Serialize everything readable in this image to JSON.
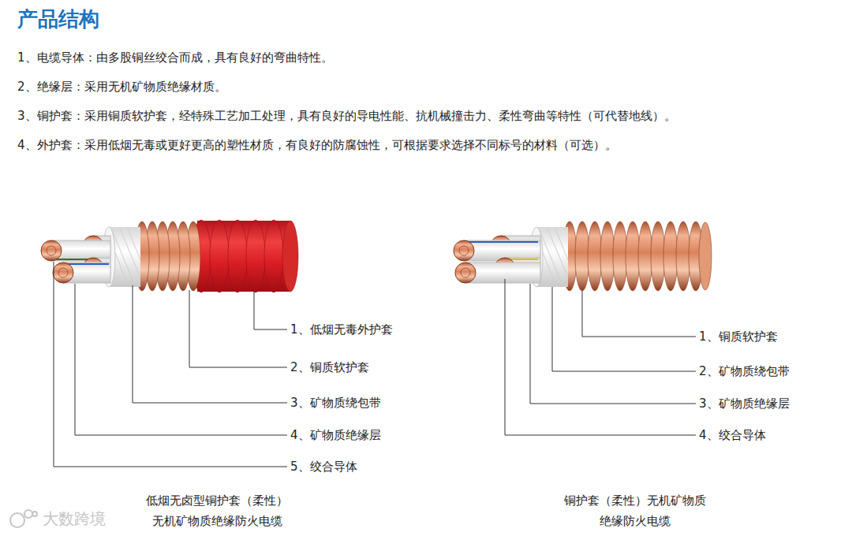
{
  "diagram": {
    "title": "产品结构",
    "labels": [
      "1、电缆导体：由多股铜丝绞合而成，具有良好的弯曲特性。",
      "2、绝缘层：采用无机矿物质绝缘材质。",
      "3、铜护套：采用铜质软护套，经特殊工艺加工处理，具有良好的导电性能、抗机械撞击力、柔性弯曲等特性（可代替地线）。",
      "4、外护套：采用低烟无毒或更好更高的塑性材质，有良好的防腐蚀性，可根据要求选择不同标号的材料（可选）。",
      "1、低烟无毒外护套",
      "2、铜质软护套",
      "3、矿物质绕包带",
      "4、矿物质绝缘层",
      "5、绞合导体",
      "低烟无卤型铜护套（柔性） 无机矿物质绝缘防火电缆",
      "1、铜质软护套",
      "2、矿物质绕包带",
      "3、矿物质绝缘层",
      "4、绞合导体",
      "铜护套（柔性）无机矿物质 绝缘防火电缆",
      "大数跨境"
    ]
  }
}
